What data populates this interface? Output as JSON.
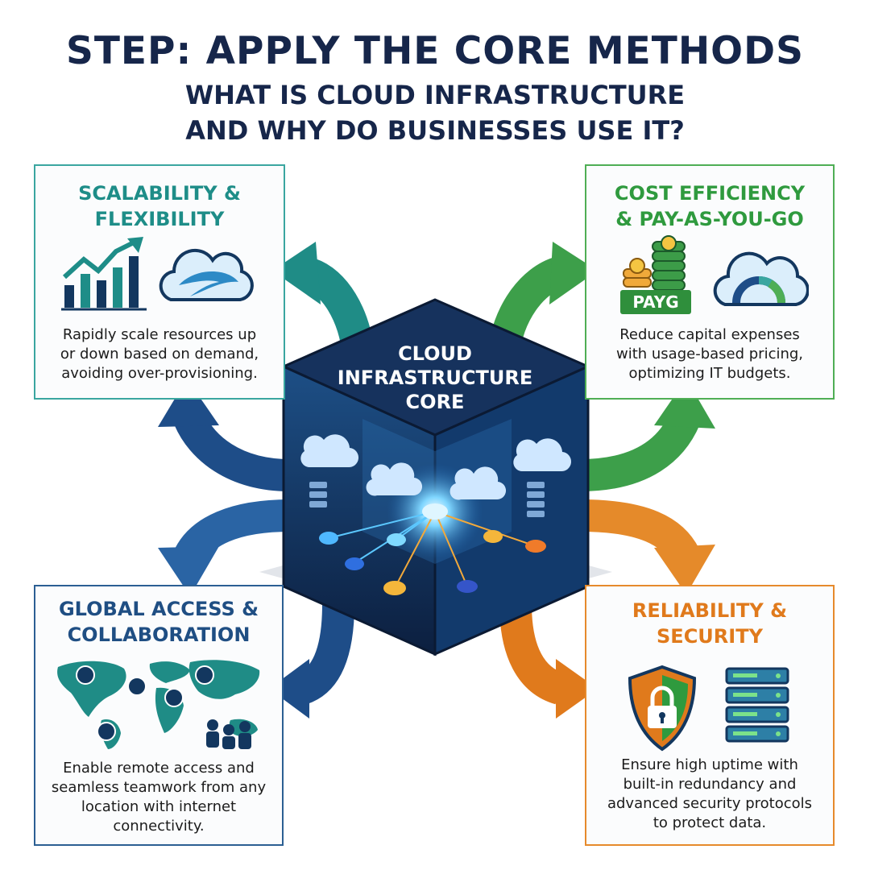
{
  "header": {
    "title": "STEP: APPLY THE CORE METHODS",
    "subtitle_lines": [
      "WHAT IS CLOUD INFRASTRUCTURE",
      "AND WHY DO BUSINESSES USE IT?"
    ]
  },
  "core": {
    "label_lines": [
      "CLOUD",
      "INFRASTRUCTURE",
      "CORE"
    ]
  },
  "cards": {
    "scalability": {
      "title_lines": [
        "SCALABILITY &",
        "FLEXIBILITY"
      ],
      "text_lines": [
        "Rapidly scale resources up",
        "or down based on demand,",
        "avoiding over-provisioning."
      ],
      "color": "#1e8d88"
    },
    "cost": {
      "title_lines": [
        "COST EFFICIENCY",
        "& PAY-AS-YOU-GO"
      ],
      "badge": "PAYG",
      "text_lines": [
        "Reduce capital expenses",
        "with usage-based pricing,",
        "optimizing IT budgets."
      ],
      "color": "#2f9a3e"
    },
    "global": {
      "title_lines": [
        "GLOBAL ACCESS &",
        "COLLABORATION"
      ],
      "text_lines": [
        "Enable remote access and",
        "seamless teamwork from any",
        "location with internet",
        "connectivity."
      ],
      "color": "#1f4e83"
    },
    "reliability": {
      "title_lines": [
        "RELIABILITY &",
        "SECURITY"
      ],
      "text_lines": [
        "Ensure high uptime with",
        "built-in redundancy and",
        "advanced security protocols",
        "to protect data."
      ],
      "color": "#e07a1c"
    }
  },
  "icons": [
    "growth-chart-icon",
    "cloud-icon",
    "coin-stack-icon",
    "cloud-gauge-icon",
    "world-map-icon",
    "people-icon",
    "shield-lock-icon",
    "server-rack-icon"
  ]
}
